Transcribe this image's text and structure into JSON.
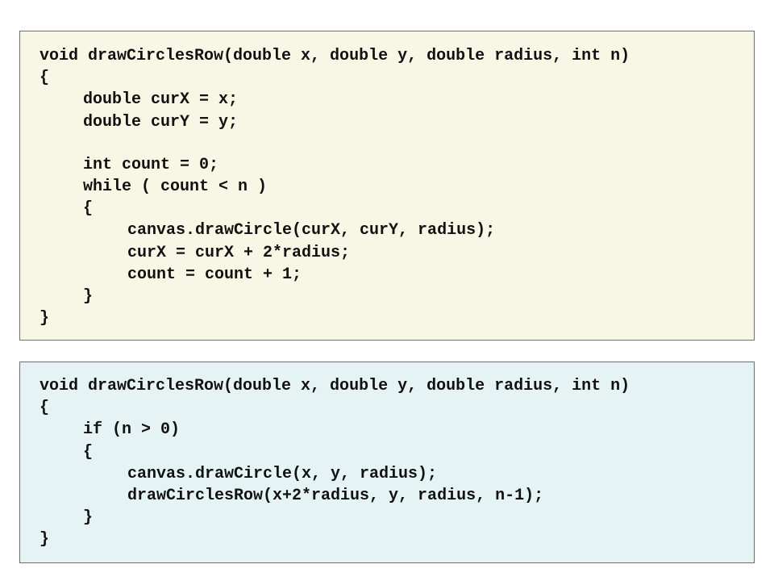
{
  "iterative_code": {
    "lines": [
      "void drawCirclesRow(double x, double y, double radius, int n)",
      "{",
      "double curX = x;",
      "double curY = y;",
      "",
      "int count = 0;",
      "while ( count < n )",
      "{",
      "canvas.drawCircle(curX, curY, radius);",
      "curX = curX + 2*radius;",
      "count = count + 1;",
      "}",
      "}"
    ]
  },
  "recursive_code": {
    "lines": [
      "void drawCirclesRow(double x, double y, double radius, int n)",
      "{",
      "if (n > 0)",
      "{",
      "canvas.drawCircle(x, y, radius);",
      "drawCirclesRow(x+2*radius, y, radius, n-1);",
      "}",
      "}"
    ]
  },
  "colors": {
    "iterative_background": "#f8f6e4",
    "recursive_background": "#e6f3f5",
    "border": "#6f6f6f",
    "text": "#111111"
  }
}
